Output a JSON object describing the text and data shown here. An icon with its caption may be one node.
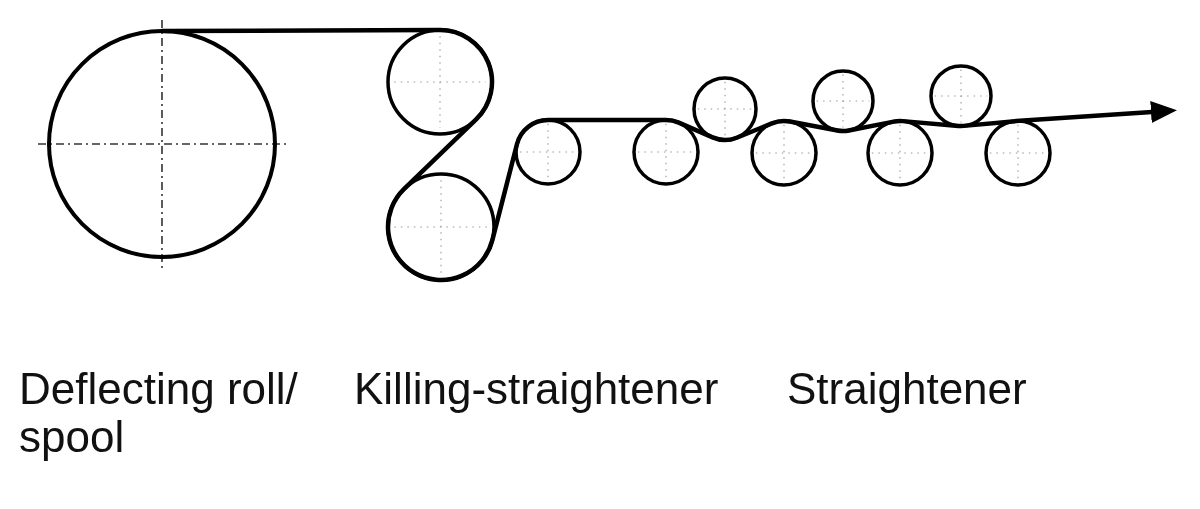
{
  "diagram": {
    "labels": [
      "Deflecting roll/ spool",
      "Killing-straightener",
      "Straightener"
    ]
  }
}
